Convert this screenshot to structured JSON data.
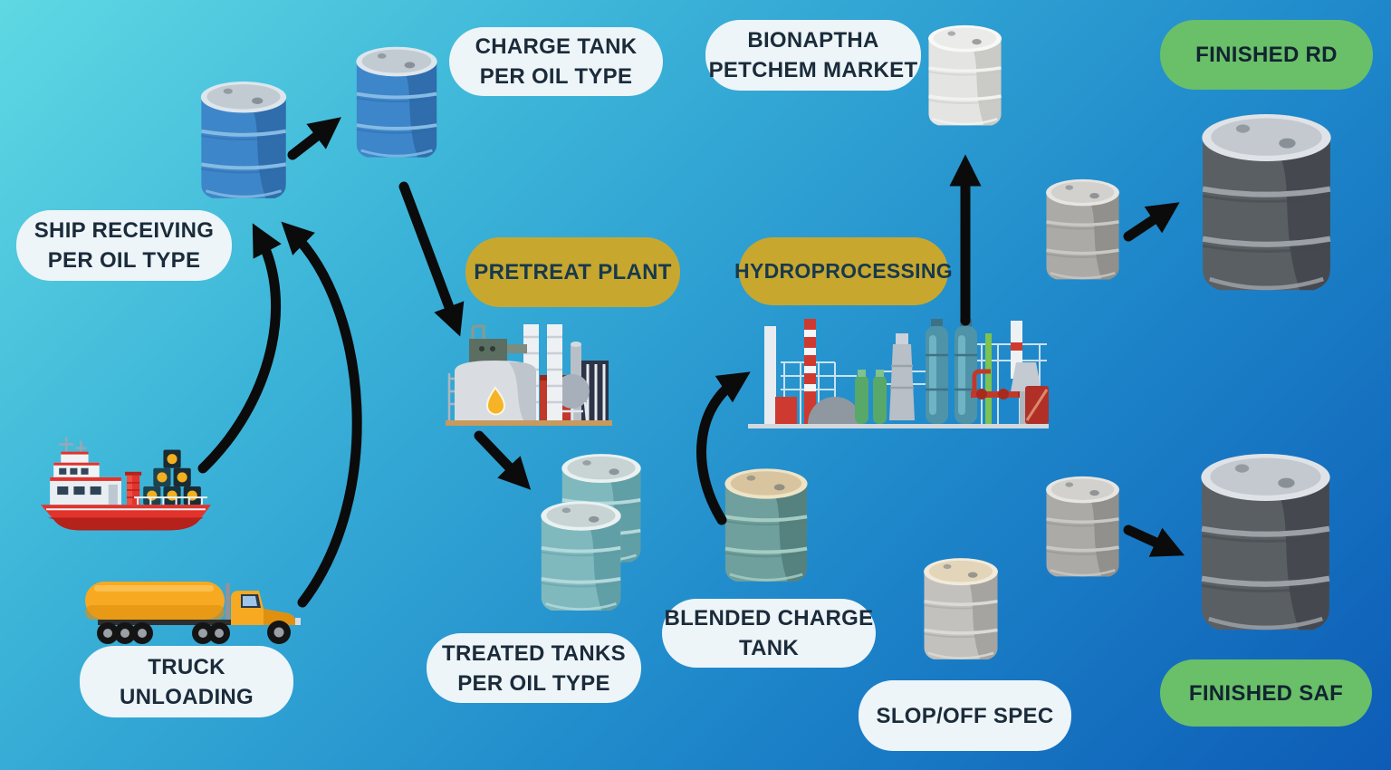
{
  "title": "Renewable fuels plant process flow diagram",
  "labels": {
    "ship_receiving": {
      "line1": "SHIP RECEIVING",
      "line2": "PER OIL TYPE"
    },
    "charge_tank": {
      "line1": "CHARGE TANK",
      "line2": "PER OIL TYPE"
    },
    "bionaptha": {
      "line1": "BIONAPTHA",
      "line2": "PETCHEM MARKET"
    },
    "finished_rd": {
      "line1": "FINISHED RD"
    },
    "pretreat": {
      "line1": "PRETREAT PLANT"
    },
    "hydroprocessing": {
      "line1": "HYDROPROCESSING"
    },
    "treated_tanks": {
      "line1": "TREATED TANKS",
      "line2": "PER OIL TYPE"
    },
    "blended_charge": {
      "line1": "BLENDED CHARGE",
      "line2": "TANK"
    },
    "slop_off_spec": {
      "line1": "SLOP/OFF SPEC"
    },
    "truck_unloading": {
      "line1": "TRUCK",
      "line2": "UNLOADING"
    },
    "finished_saf": {
      "line1": "FINISHED SAF"
    }
  },
  "colors": {
    "background_start": "#5FD8E3",
    "background_end": "#0D5CB6",
    "label_bg": "#EDF5F9",
    "label_text": "#1B2B3A",
    "gold_bg": "#C8A72F",
    "gold_text": "#17394C",
    "green_bg": "#6ABF69",
    "arrow": "#0B0B0B",
    "barrel_blue": "#3E86CA",
    "barrel_teal": "#7FB9BE",
    "barrel_blended": "#6FA09D",
    "barrel_slop_gray": "#C2C1BD",
    "barrel_white": "#E4E4E2",
    "barrel_rundown_gray": "#ABAAA6",
    "barrel_finished_dark": "#5A5F64",
    "ship_hull_red": "#E2332C",
    "truck_yellow": "#F7A922"
  },
  "icons": {
    "ship": "cargo-ship-with-oil-drums",
    "truck": "tanker-truck",
    "pretreat_plant": "oil-pretreatment-factory",
    "hydroprocessing_plant": "refinery-columns-factory",
    "barrel": "oil-drum"
  },
  "flows": [
    {
      "from": "ship",
      "to": "ship-receiving-tank"
    },
    {
      "from": "truck",
      "to": "ship-receiving-tank"
    },
    {
      "from": "ship-receiving-tank",
      "to": "charge-tank"
    },
    {
      "from": "charge-tank",
      "to": "pretreat-plant"
    },
    {
      "from": "pretreat-plant",
      "to": "treated-tanks"
    },
    {
      "from": "blended-charge-tank",
      "to": "hydroprocessing"
    },
    {
      "from": "hydroprocessing",
      "to": "bionaptha-barrel"
    },
    {
      "from": "rd-rundown-barrel",
      "to": "finished-rd-barrel"
    },
    {
      "from": "saf-rundown-barrel",
      "to": "finished-saf-barrel"
    }
  ]
}
